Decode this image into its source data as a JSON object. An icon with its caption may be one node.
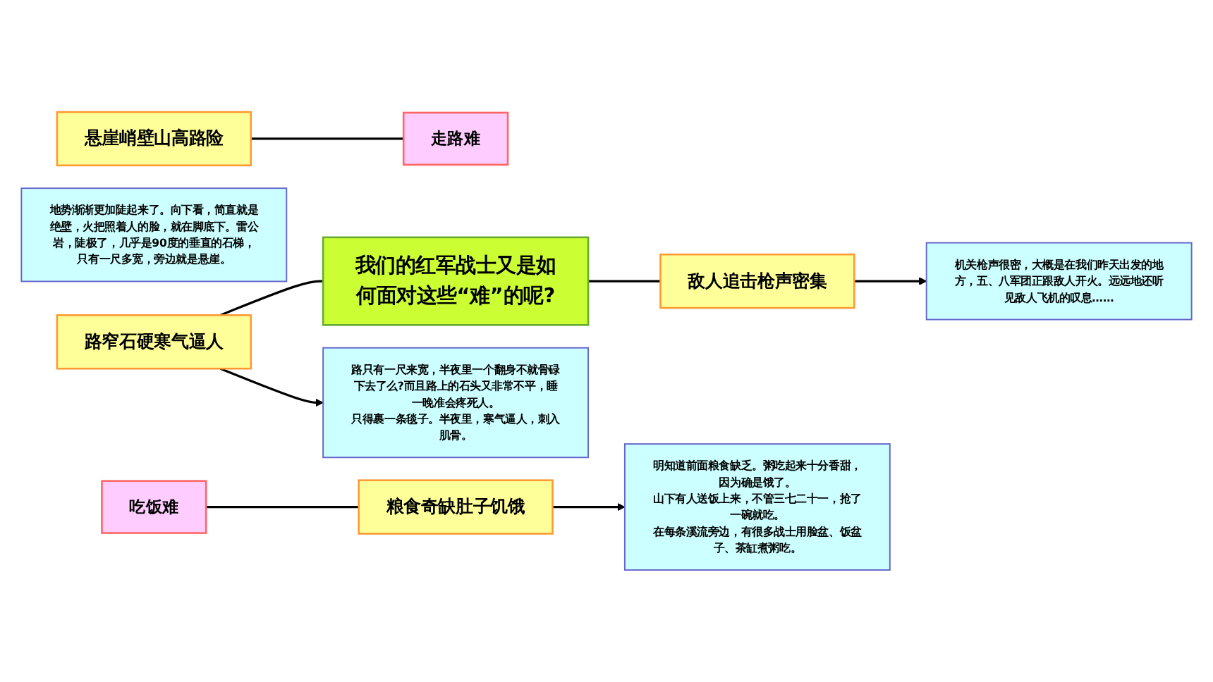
{
  "diagram": {
    "nodes": [
      {
        "text": [
          "我们的红军战士又是如何面对这些“难”的呢?"
        ]
      },
      {
        "text": [
          "悬崖峭壁山高路险"
        ]
      },
      {
        "text": [
          "走路难"
        ]
      },
      {
        "text": [
          "地势渐渐更加陡起来了。向下看，简直就是绝壁，火把照着人的脸，就在脚底下。雷公岩，陡极了，几乎是90度的垂直的石梯，只有一尺多宽，旁边就是悬崖。"
        ]
      },
      {
        "text": [
          "路窄石硬寒气逼人"
        ]
      },
      {
        "text": [
          "路只有一尺来宽，半夜里一个翻身不就骨碌下去了么?而且路上的石头又非常不平，睡一晚准会疼死人。",
          "只得裹一条毯子。半夜里，寒气逼人，刺入肌骨。"
        ]
      },
      {
        "text": [
          "敌人追击枪声密集"
        ]
      },
      {
        "text": [
          "机关枪声很密，大概是在我们昨天出发的地方，五、八军团正跟敌人开火。远远地还听见敌人飞机的叹息……"
        ]
      },
      {
        "text": [
          "吃饭难"
        ]
      },
      {
        "text": [
          "粮食奇缺肚子饥饿"
        ]
      },
      {
        "text": [
          "明知道前面粮食缺乏。粥吃起来十分香甜，因为确是饿了。",
          "山下有人送饭上来，不管三七二十一，抢了一碗就吃。",
          "在每条溪流旁边，有很多战士用脸盆、饭盆子、茶缸煮粥吃。"
        ]
      }
    ],
    "edges": [
      {
        "from": 1,
        "to": 2,
        "arrow": "none"
      },
      {
        "from": 4,
        "to": 0,
        "arrow": "none"
      },
      {
        "from": 0,
        "to": 6,
        "arrow": "none"
      },
      {
        "from": 8,
        "to": 9,
        "arrow": "none"
      },
      {
        "from": 4,
        "to": 5,
        "arrow": "to"
      },
      {
        "from": 6,
        "to": 7,
        "arrow": "to"
      },
      {
        "from": 9,
        "to": 10,
        "arrow": "to"
      }
    ]
  }
}
